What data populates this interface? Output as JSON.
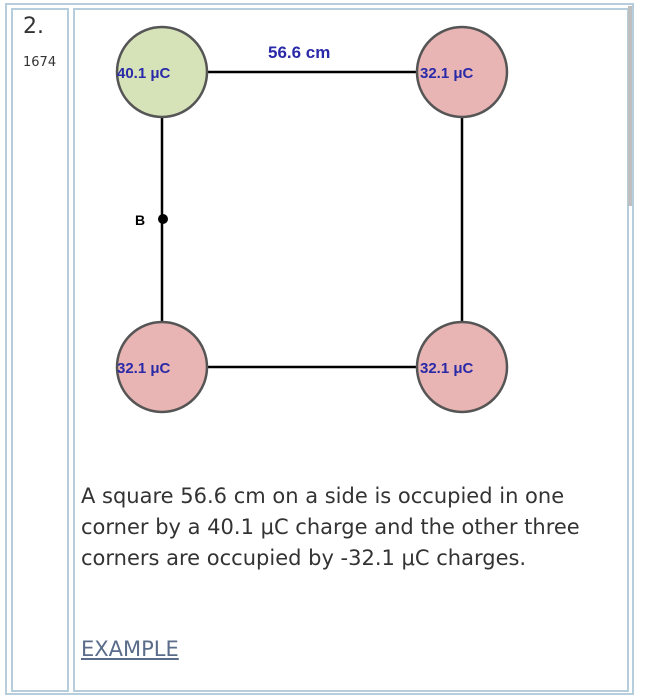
{
  "question": {
    "number": "2.",
    "id": "1674"
  },
  "diagram": {
    "side_label": "56.6 cm",
    "point_label": "B",
    "charges": {
      "top_left": "40.1 μC",
      "top_right": "32.1 μC",
      "bottom_left": "32.1 μC",
      "bottom_right": "32.1 μC"
    },
    "colors": {
      "positive_fill": "#d6e3b8",
      "negative_fill": "#e8b4b4",
      "circle_stroke": "#555555",
      "label_color": "#2a2aa8",
      "line_color": "#000000"
    }
  },
  "problem": {
    "text": "A square 56.6 cm on a side is occupied in one corner by a 40.1 μC charge and the other three corners are occupied by -32.1 μC charges."
  },
  "links": {
    "example": "EXAMPLE"
  }
}
